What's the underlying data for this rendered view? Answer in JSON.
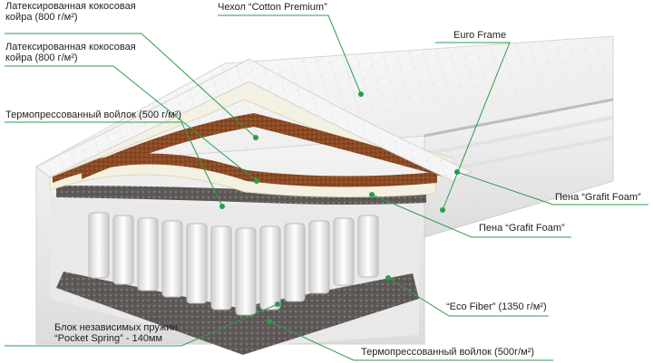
{
  "labels": {
    "latex_coir_1": [
      "Латексированная кокосовая",
      "койра (800 г/м²)"
    ],
    "latex_coir_2": [
      "Латексированная кокосовая",
      "койра (800 г/м²)"
    ],
    "thermo_felt_top": "Термопрессованный войлок (500 г/м²)",
    "cover": "Чехол “Cotton Premium”",
    "euro_frame": "Euro Frame",
    "grafit_foam_1": "Пена “Grafit Foam”",
    "grafit_foam_2": "Пена “Grafit Foam”",
    "eco_fiber": "“Eco Fiber” (1350 г/м²)",
    "pocket_spring": [
      "Блок независимых пружин",
      "“Pocket Spring” - 140мм"
    ],
    "thermo_felt_bottom": "Термопрессованный войлок (500г/м²)"
  },
  "colors": {
    "leader_line": "#2a9d4f",
    "leader_dot": "#2a9d4f",
    "coir": "#8a4a24",
    "latex": "#f4f1e2",
    "felt": "#5f5a57",
    "cover": "#f2f2f2"
  }
}
